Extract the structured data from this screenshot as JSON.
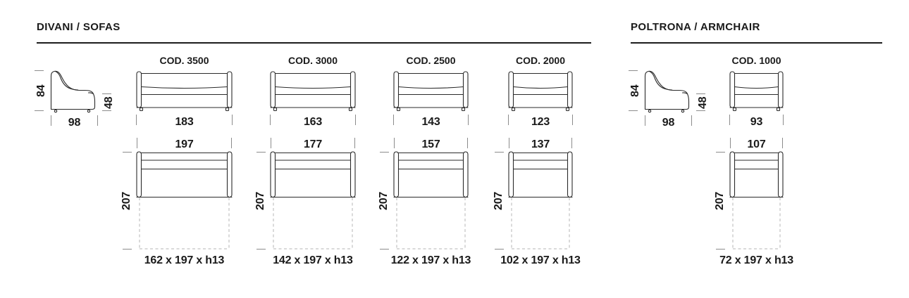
{
  "sections": [
    {
      "title": "DIVANI / SOFAS",
      "side_view": {
        "height": "84",
        "seat_height": "48",
        "depth": "98"
      },
      "models": [
        {
          "code": "COD. 3500",
          "width": "183",
          "open_width": "197",
          "open_depth": "207",
          "bed_size": "162 x 197 x h13"
        },
        {
          "code": "COD. 3000",
          "width": "163",
          "open_width": "177",
          "open_depth": "207",
          "bed_size": "142 x 197 x h13"
        },
        {
          "code": "COD. 2500",
          "width": "143",
          "open_width": "157",
          "open_depth": "207",
          "bed_size": "122 x 197 x h13"
        },
        {
          "code": "COD. 2000",
          "width": "123",
          "open_width": "137",
          "open_depth": "207",
          "bed_size": "102 x 197 x h13"
        }
      ]
    },
    {
      "title": "POLTRONA / ARMCHAIR",
      "side_view": {
        "height": "84",
        "seat_height": "48",
        "depth": "98"
      },
      "models": [
        {
          "code": "COD. 1000",
          "width": "93",
          "open_width": "107",
          "open_depth": "207",
          "bed_size": "72 x 197 x h13"
        }
      ]
    }
  ],
  "colors": {
    "line": "#2b2b2b",
    "dimension": "#8c8c8c",
    "dashed": "#b4b4b4",
    "text": "#1a1a1a"
  }
}
